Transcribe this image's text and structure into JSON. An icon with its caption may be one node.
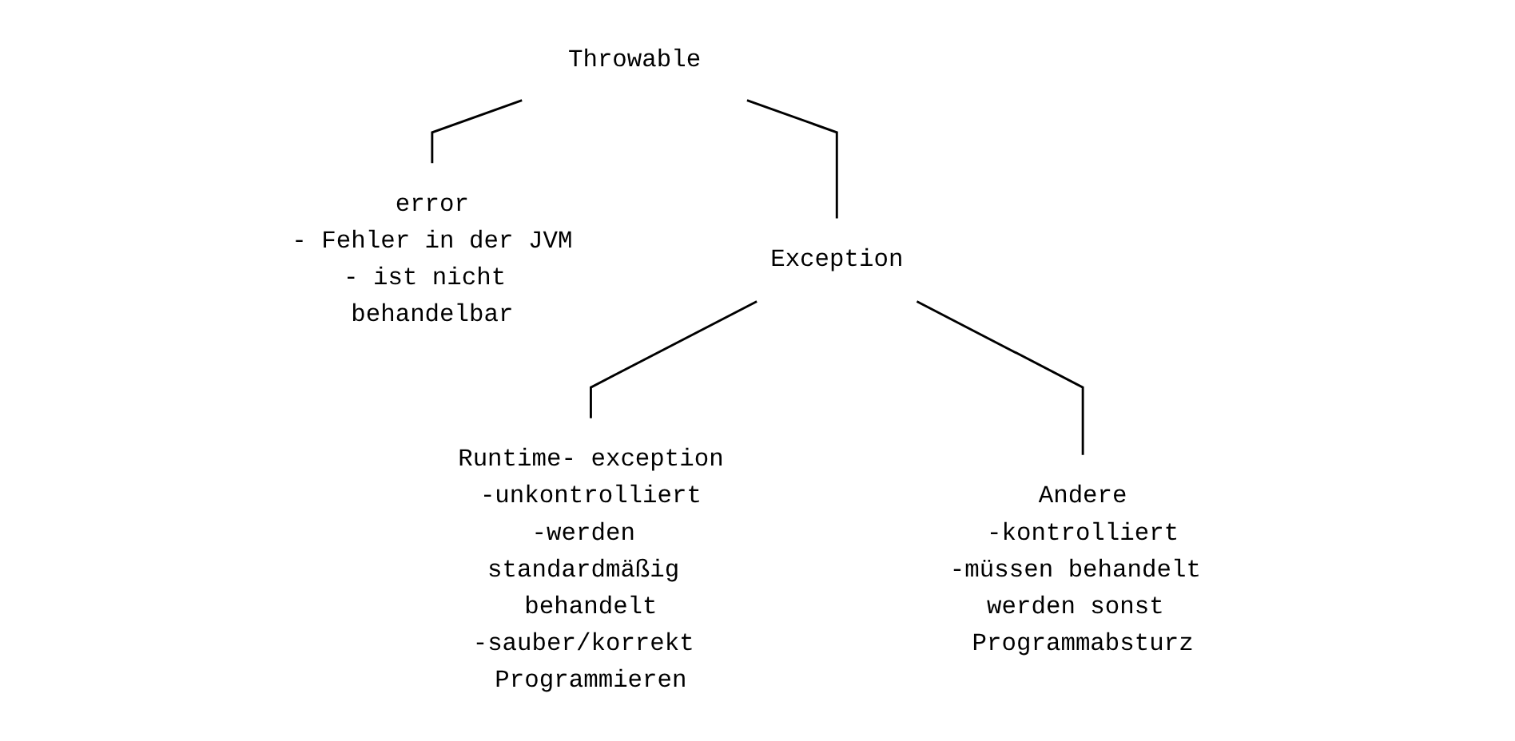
{
  "diagram": {
    "nodes": [
      {
        "text": [
          "Throwable"
        ]
      },
      {
        "text": [
          "error",
          "- Fehler in der JVM",
          "- ist nicht behandelbar"
        ]
      },
      {
        "text": [
          "Exception"
        ]
      },
      {
        "text": [
          "Runtime- exception",
          "-unkontrolliert",
          "-werden standardmäßig behandelt",
          "-sauber/korrekt Programmieren"
        ]
      },
      {
        "text": [
          "Andere",
          "-kontrolliert",
          "-müssen behandelt werden sonst Programmabsturz"
        ]
      }
    ],
    "edges": [
      {
        "from": 0,
        "to": 1,
        "arrow": "none"
      },
      {
        "from": 0,
        "to": 2,
        "arrow": "none"
      },
      {
        "from": 2,
        "to": 3,
        "arrow": "none"
      },
      {
        "from": 2,
        "to": 4,
        "arrow": "none"
      }
    ]
  }
}
